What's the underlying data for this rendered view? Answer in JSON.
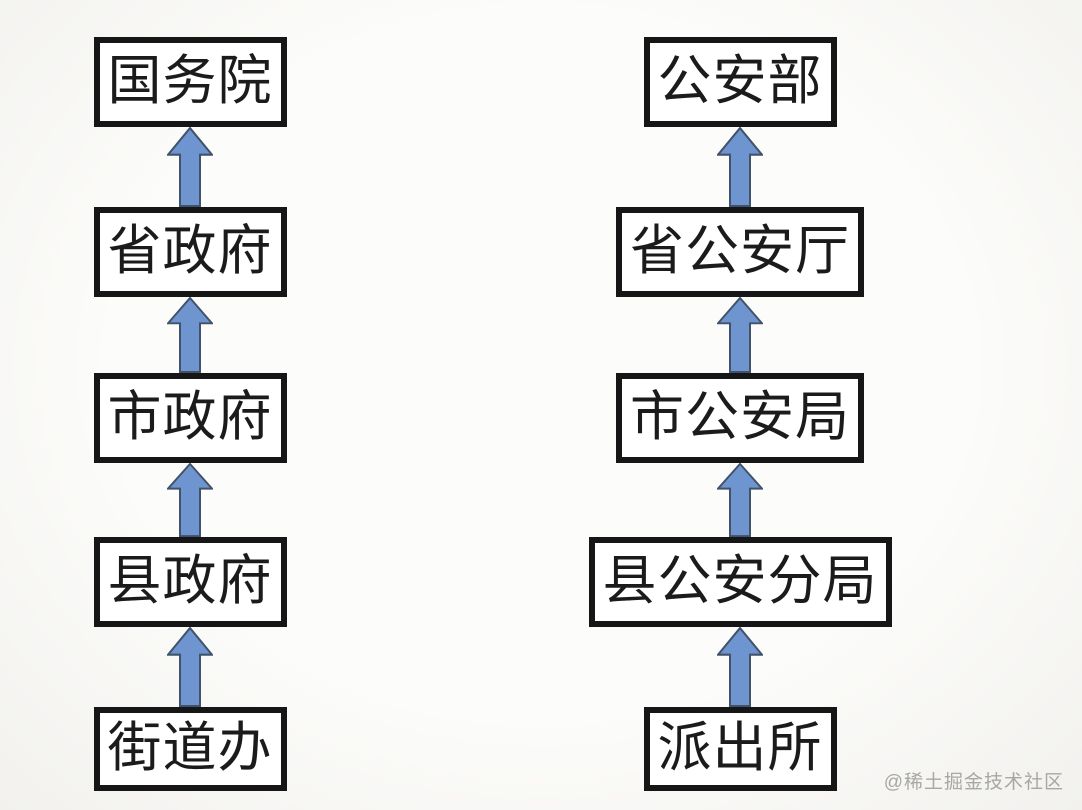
{
  "diagram": {
    "description": "Two parallel bottom-up reporting hierarchies linked by upward arrows",
    "arrow_direction": "up",
    "columns": [
      {
        "id": "government-hierarchy",
        "nodes": [
          {
            "label": "国务院"
          },
          {
            "label": "省政府"
          },
          {
            "label": "市政府"
          },
          {
            "label": "县政府"
          },
          {
            "label": "街道办"
          }
        ]
      },
      {
        "id": "public-security-hierarchy",
        "nodes": [
          {
            "label": "公安部"
          },
          {
            "label": "省公安厅"
          },
          {
            "label": "市公安局"
          },
          {
            "label": "县公安分局"
          },
          {
            "label": "派出所"
          }
        ]
      }
    ]
  },
  "watermark": {
    "text": "@稀土掘金技术社区"
  },
  "colors": {
    "background": "#fcfcfa",
    "box_border": "#161616",
    "box_fill": "#ffffff",
    "text": "#1b1b1b",
    "arrow_fill": "#6f95d1",
    "arrow_stroke": "#41526b",
    "watermark": "#a9a7a4"
  }
}
